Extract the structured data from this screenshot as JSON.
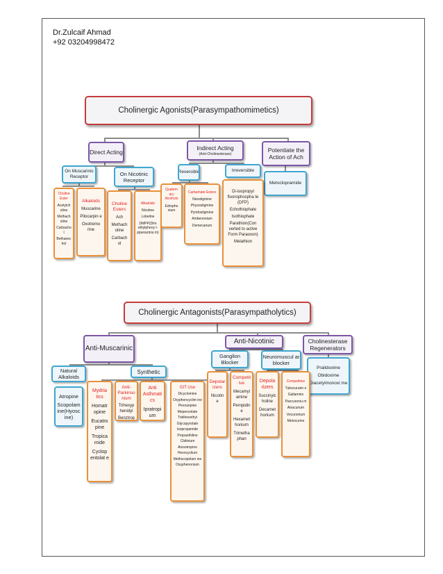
{
  "header": {
    "author": "Dr.Zulcaif Ahmad",
    "phone": "+92 03204998472"
  },
  "agonists": {
    "root": "Cholinergic Agonists(Parasympathomimetics)",
    "direct": "Direct Acting",
    "indirect": "Indirect Acting",
    "indirect_sub": "(Anti-Cholinesterase)",
    "potentiate": "Potentiate the Action of Ach",
    "muscarinic": "On Muscarinic Receptor",
    "nicotinic": "On Nicotinic Receptor",
    "reversible": "Reversible",
    "irreversible": "Irreversible",
    "metoclopramide": "Metoclopramide",
    "choline_esters_m": {
      "heading": "Choline Ester",
      "items": [
        "Acetylch oline",
        "Methach oline",
        "Carbacho l",
        "Bethanec hol"
      ]
    },
    "alkaloids_m": {
      "heading": "Alkaloids",
      "items": [
        "Muscarine",
        "Pilocarpin e",
        "Oxotremo rine"
      ]
    },
    "choline_esters_n": {
      "heading": "Choline Esters",
      "items": [
        "Ach",
        "Methach oline",
        "Carbach ol"
      ]
    },
    "alkaloids_n": {
      "heading": "Alkaloids",
      "items": [
        "Nicotine",
        "Lobeline",
        "DMPP(Dim ethylpheny l-piperaziniu m)"
      ]
    },
    "quaternary": {
      "heading": "Quatern ary Alcohols",
      "items": [
        "Edropho nium"
      ]
    },
    "carbamate": {
      "heading": "Carbamate Esters",
      "items": [
        "Neostigmine",
        "Physostigmine",
        "Pyridostigmine",
        "Ambenonium",
        "Demecarium"
      ]
    },
    "organophosphates": {
      "items": [
        "Di-isopropyl fluorophospha te (DFP)",
        "Echothiophate",
        "Isothiophate",
        "Parathion(Con verted to active Form Paraoxon)",
        "Melathion"
      ]
    }
  },
  "antagonists": {
    "root": "Cholinergic Antagonists(Parasympatholytics)",
    "antimuscarinic": "Anti-Muscarinic",
    "antinicotinic": "Anti-Nicotinic",
    "regenerators": "Cholinesterase Regenerators",
    "natural": "Natural Alkaloids",
    "synthetic": "Synthetic",
    "ganglion": "Ganglion Blocker",
    "neuromuscular": "Neuromuscul ar blocker",
    "regen_list": [
      "Pralidoxime",
      "Obidoxime",
      "Diacetylmonoxi me"
    ],
    "natural_list": [
      "Atropine",
      "Scopolam ine(Hyosc ine)"
    ],
    "mydriatics": {
      "heading": "Mydria tics",
      "items": [
        "Homatr opine",
        "Eucatro pine",
        "Tropica mide",
        "Cyclop entolat e"
      ]
    },
    "antiparkinsonism": {
      "heading": "Anti-Parkinso nism",
      "items": [
        "Trihexyp henidyl",
        "Benztrop ine"
      ]
    },
    "antiasthmatics": {
      "heading": "Anti Asthmati cs",
      "items": [
        "Ipratropi um"
      ]
    },
    "git_use": {
      "heading": "GIT Use",
      "items": [
        "Dicyclomine",
        "Oxyphencyclim ine",
        "Pirenzepine",
        "Mepenzolate",
        "Tridihexethyl",
        "Glycopyrolate",
        "Isopropamide",
        "Propanthiline",
        "Clidinium",
        "Anisotropine",
        "Hexocyclium",
        "Methscopolam ine",
        "Oxyphenonium"
      ]
    },
    "depolarizers_g": {
      "heading": "Depolar izers",
      "items": [
        "Nicotin e"
      ]
    },
    "competitive_g": {
      "heading": "Competit ive",
      "items": [
        "Mecamyl amine",
        "Pempidin e",
        "Hexamet honium",
        "Trimetha phan"
      ]
    },
    "depolarizers_n": {
      "heading": "Depola rizers",
      "items": [
        "Succinylc holine",
        "Decamet honium"
      ]
    },
    "competitive_n": {
      "heading": "Competitive",
      "items": [
        "Tubocurarin e",
        "Gallamine",
        "Pancuroniu m",
        "Atracurium",
        "Vecuronium",
        "Metocurine"
      ]
    }
  }
}
